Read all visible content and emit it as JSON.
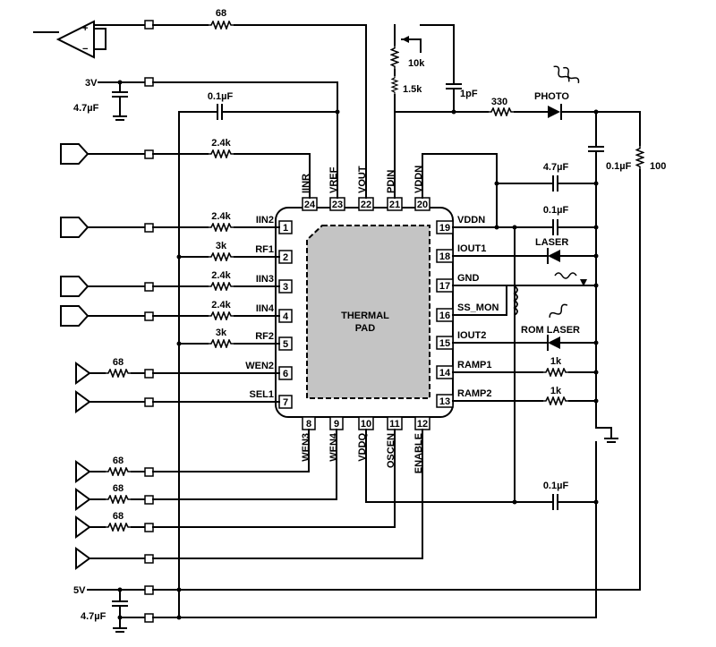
{
  "chip": {
    "pad_label_1": "THERMAL",
    "pad_label_2": "PAD",
    "pins_left": [
      {
        "num": "1",
        "name": "IIN2"
      },
      {
        "num": "2",
        "name": "RF1"
      },
      {
        "num": "3",
        "name": "IIN3"
      },
      {
        "num": "4",
        "name": "IIN4"
      },
      {
        "num": "5",
        "name": "RF2"
      },
      {
        "num": "6",
        "name": "WEN2"
      },
      {
        "num": "7",
        "name": "SEL1"
      }
    ],
    "pins_right": [
      {
        "num": "19",
        "name": "VDDN"
      },
      {
        "num": "18",
        "name": "IOUT1"
      },
      {
        "num": "17",
        "name": "GND"
      },
      {
        "num": "16",
        "name": "SS_MON"
      },
      {
        "num": "15",
        "name": "IOUT2"
      },
      {
        "num": "14",
        "name": "RAMP1"
      },
      {
        "num": "13",
        "name": "RAMP2"
      }
    ],
    "pins_top": [
      {
        "num": "24",
        "name": "IINR"
      },
      {
        "num": "23",
        "name": "VREF"
      },
      {
        "num": "22",
        "name": "VOUT"
      },
      {
        "num": "21",
        "name": "PDIN"
      },
      {
        "num": "20",
        "name": "VDDN"
      }
    ],
    "pins_bottom": [
      {
        "num": "8",
        "name": "WEN3"
      },
      {
        "num": "9",
        "name": "WEN4"
      },
      {
        "num": "10",
        "name": "VDDQ"
      },
      {
        "num": "11",
        "name": "OSCEN"
      },
      {
        "num": "12",
        "name": "ENABLE"
      }
    ]
  },
  "components": {
    "r_top": "68",
    "r_pot": "10k",
    "r_pd": "1.5k",
    "c_pd": "1pF",
    "r_photo": "330",
    "photo": "PHOTO",
    "c_photo": "0.1µF",
    "r_photo_load": "100",
    "supply_3v": "3V",
    "c_3v": "4.7µF",
    "c_vref": "0.1µF",
    "r_iinr": "2.4k",
    "r_iin2": "2.4k",
    "r_rf1": "3k",
    "r_iin3": "2.4k",
    "r_iin4": "2.4k",
    "r_rf2": "3k",
    "r_wen2": "68",
    "c_vddn_top": "4.7µF",
    "c_vddn": "0.1µF",
    "laser": "LASER",
    "rom_laser": "ROM LASER",
    "r_ramp1": "1k",
    "r_ramp2": "1k",
    "r_wen3": "68",
    "r_wen4": "68",
    "r_oscen": "68",
    "c_vddq": "0.1µF",
    "supply_5v": "5V",
    "c_5v": "4.7µF"
  }
}
